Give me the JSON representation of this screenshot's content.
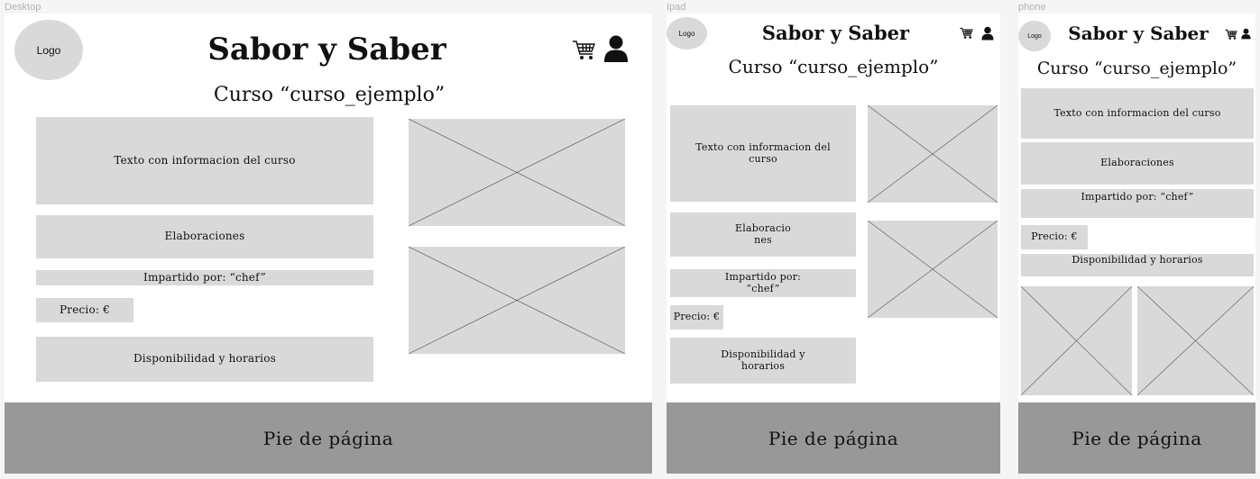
{
  "frames": {
    "desktop": {
      "label": "Desktop",
      "logo": "Logo",
      "site_title": "Sabor y Saber",
      "course_title": "Curso “curso_ejemplo”",
      "info_text": "Texto con informacion del curso",
      "elaboraciones": "Elaboraciones",
      "impartido": "Impartido por: “chef”",
      "precio": "Precio: €",
      "disponibilidad": "Disponibilidad y horarios",
      "footer": "Pie de página"
    },
    "ipad": {
      "label": "Ipad",
      "logo": "Logo",
      "site_title": "Sabor y Saber",
      "course_title": "Curso “curso_ejemplo”",
      "info_text_1": "Texto con informacion del",
      "info_text_2": "curso",
      "elaboraciones_1": "Elaboracio",
      "elaboraciones_2": "nes",
      "impartido_1": "Impartido por:",
      "impartido_2": "“chef”",
      "precio": "Precio: €",
      "disponibilidad_1": "Disponibilidad y",
      "disponibilidad_2": "horarios",
      "footer": "Pie de página"
    },
    "phone": {
      "label": "phone",
      "logo": "Logo",
      "site_title": "Sabor y Saber",
      "course_title": "Curso “curso_ejemplo”",
      "info_text": "Texto con informacion del curso",
      "elaboraciones": "Elaboraciones",
      "impartido": "Impartido por: “chef”",
      "precio": "Precio: €",
      "disponibilidad": "Disponibilidad y horarios",
      "footer": "Pie de página"
    }
  },
  "colors": {
    "canvas": "#f5f5f5",
    "frame": "#ffffff",
    "block": "#d9d9d9",
    "footer": "#989898",
    "ink": "#111111"
  },
  "icons": [
    "cart-icon",
    "user-icon",
    "image-placeholder-icon"
  ]
}
